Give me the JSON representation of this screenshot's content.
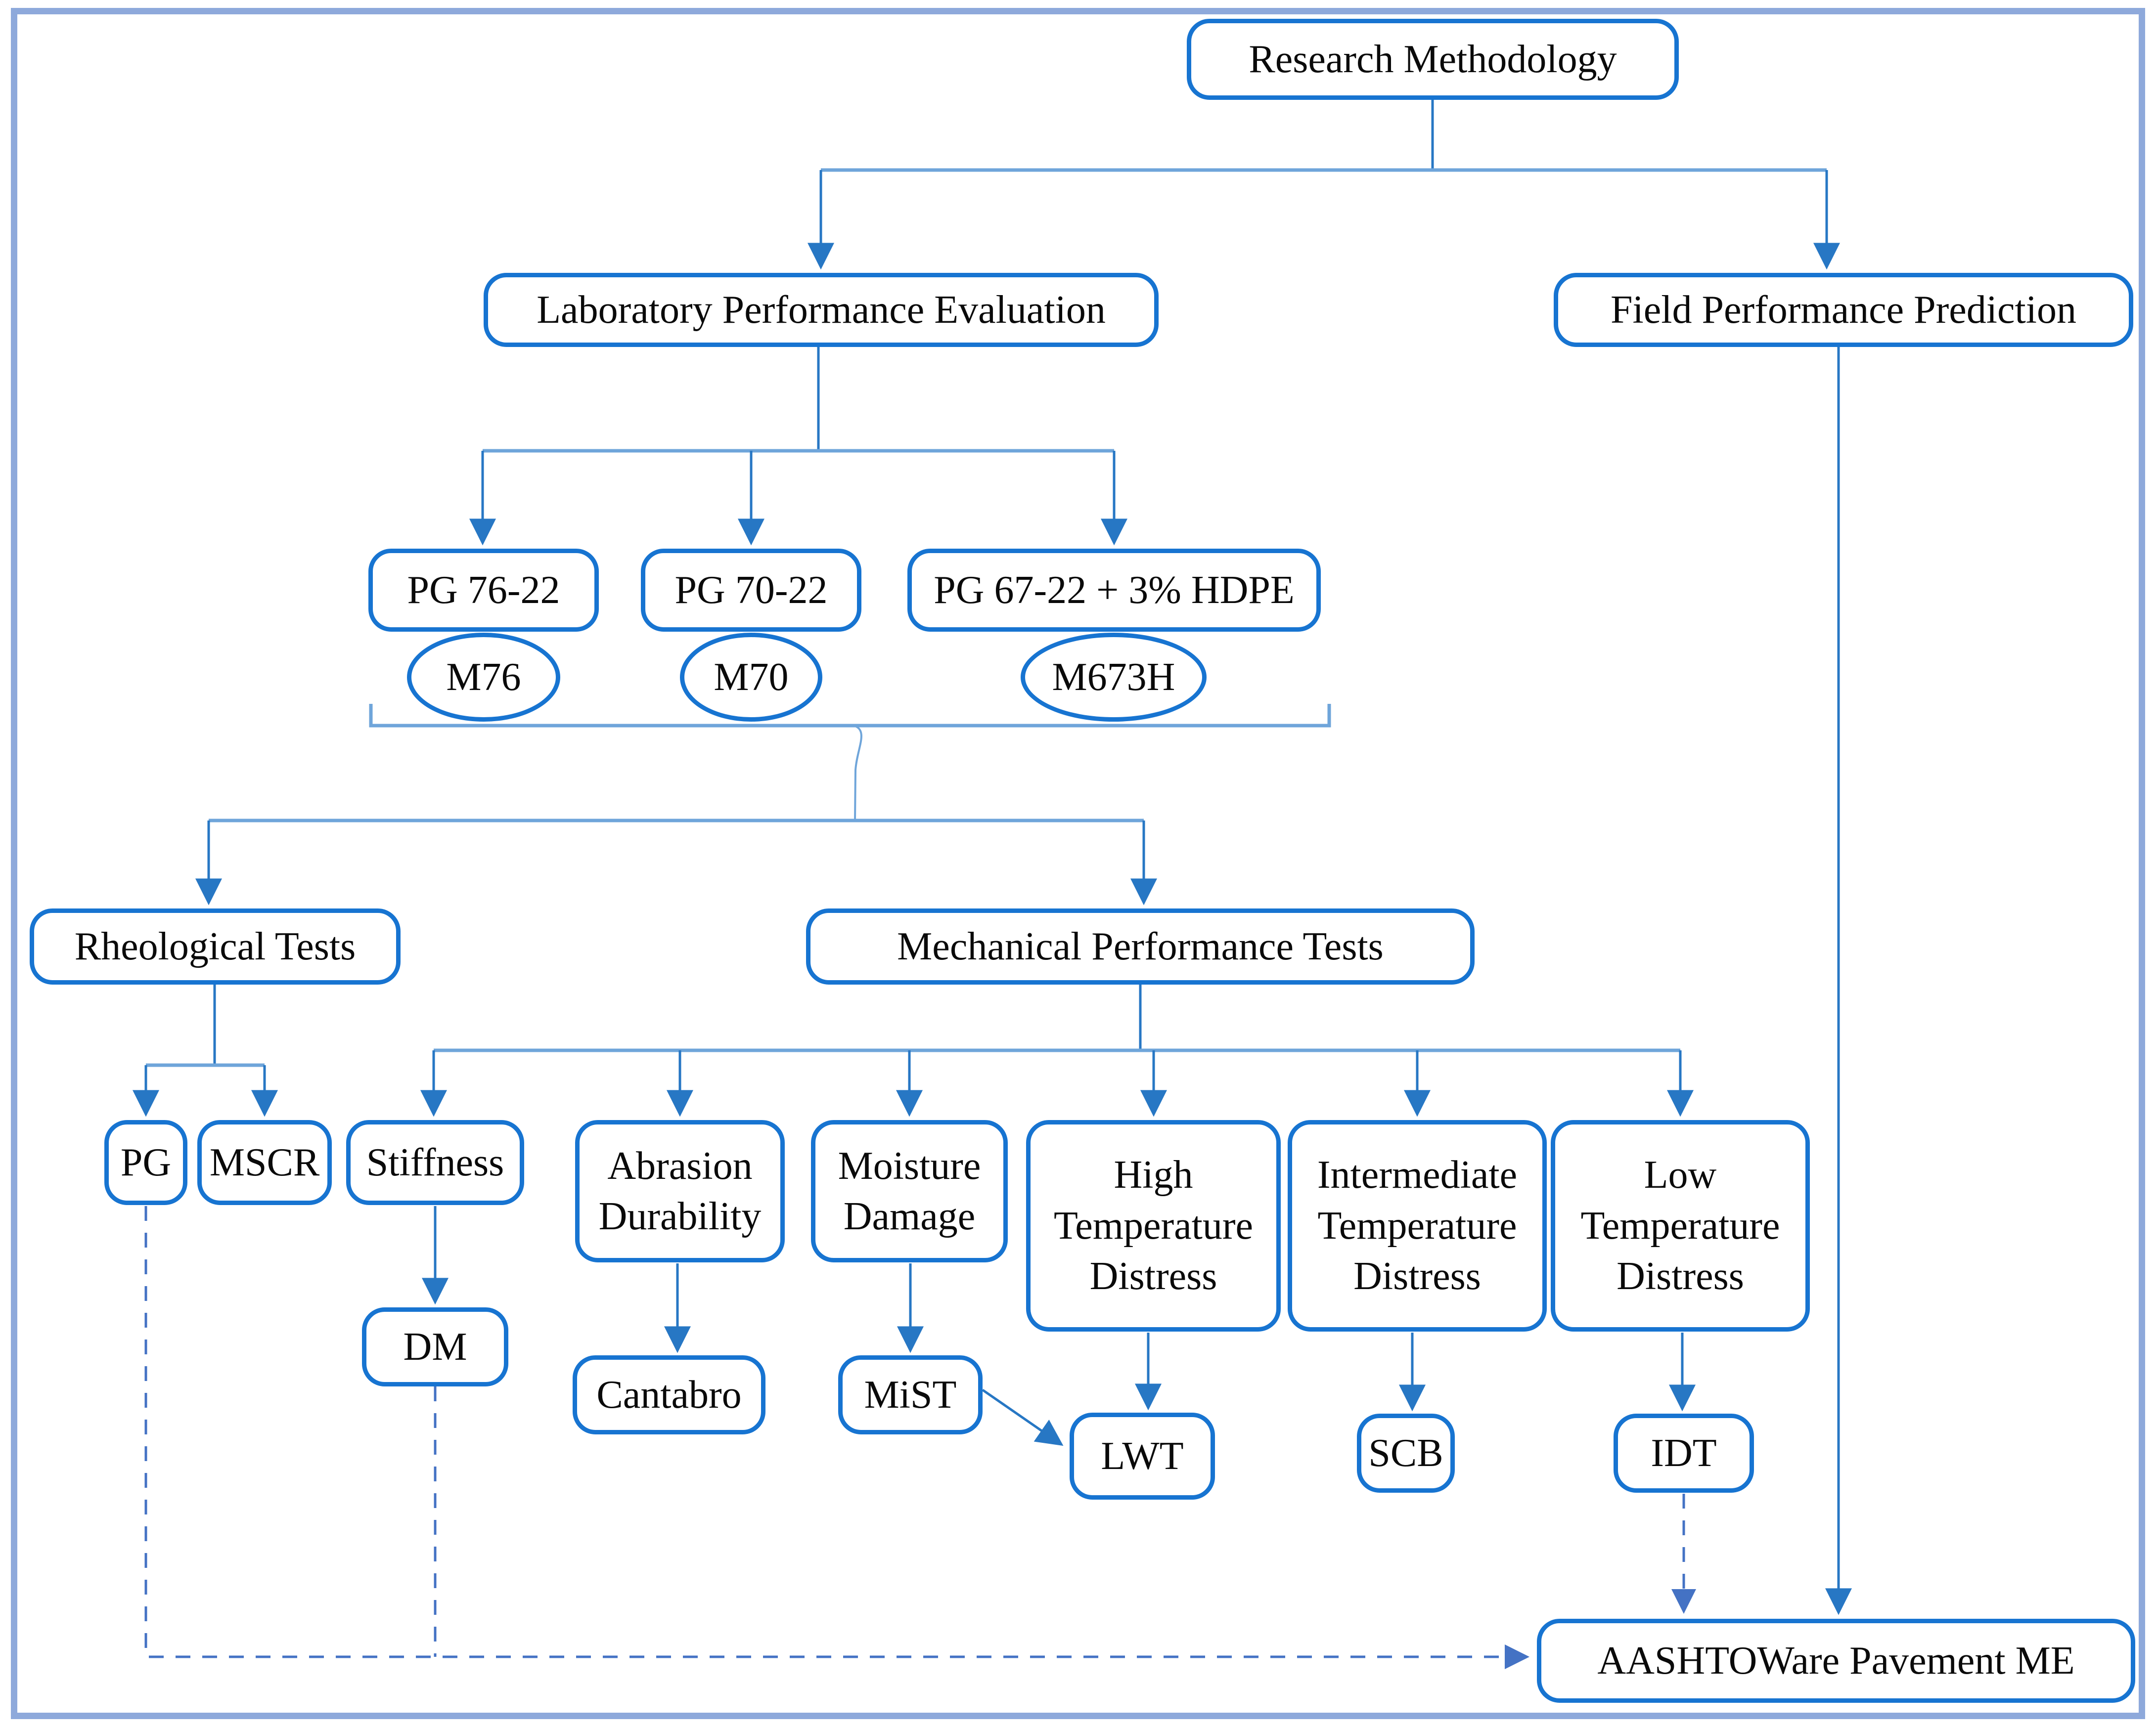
{
  "nodes": {
    "research_methodology": {
      "label": "Research Methodology"
    },
    "laboratory_performance_evaluation": {
      "label": "Laboratory Performance Evaluation"
    },
    "field_performance_prediction": {
      "label": "Field Performance Prediction"
    },
    "pg_76_22": {
      "label": "PG 76-22"
    },
    "pg_70_22": {
      "label": "PG 70-22"
    },
    "pg_67_22_hdpe": {
      "label": "PG 67-22 + 3% HDPE"
    },
    "m76": {
      "label": "M76"
    },
    "m70": {
      "label": "M70"
    },
    "m673h": {
      "label": "M673H"
    },
    "rheological_tests": {
      "label": "Rheological Tests"
    },
    "mechanical_performance_tests": {
      "label": "Mechanical Performance Tests"
    },
    "pg": {
      "label": "PG"
    },
    "mscr": {
      "label": "MSCR"
    },
    "stiffness": {
      "label": "Stiffness"
    },
    "abrasion_durability": {
      "label": "Abrasion Durability"
    },
    "moisture_damage": {
      "label": "Moisture Damage"
    },
    "high_temperature_distress": {
      "label": "High Temperature Distress"
    },
    "intermediate_temperature_distress": {
      "label": "Intermediate Temperature Distress"
    },
    "low_temperature_distress": {
      "label": "Low Temperature Distress"
    },
    "dm": {
      "label": "DM"
    },
    "cantabro": {
      "label": "Cantabro"
    },
    "mist": {
      "label": "MiST"
    },
    "lwt": {
      "label": "LWT"
    },
    "scb": {
      "label": "SCB"
    },
    "idt": {
      "label": "IDT"
    },
    "aashtoware": {
      "label": "AASHTOWare Pavement ME"
    }
  },
  "colors": {
    "node_border": "#1774d1",
    "connector": "#2777c4",
    "connector_light": "#6fa5da",
    "dashed": "#4472c4",
    "frame": "#8ea9db",
    "text": "#0a0a0a",
    "background": "#ffffff"
  }
}
